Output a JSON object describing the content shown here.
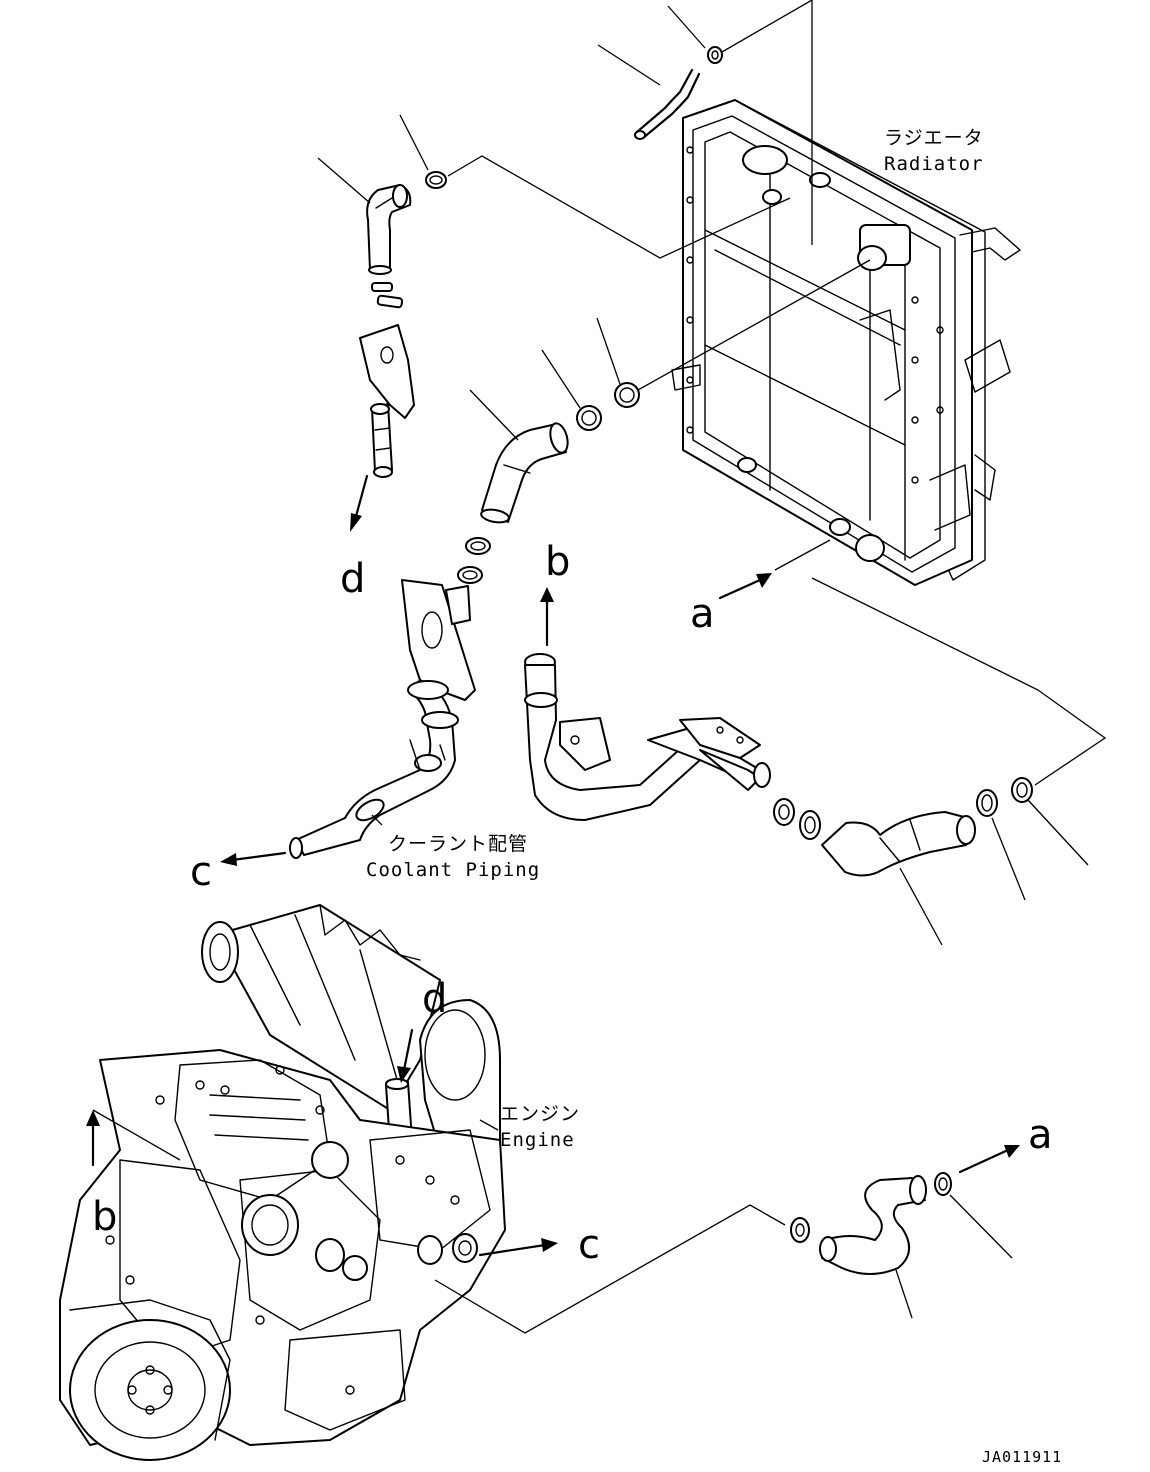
{
  "labels": {
    "radiator_jp": "ラジエータ",
    "radiator_en": "Radiator",
    "coolant_jp": "クーラント配管",
    "coolant_en": "Coolant Piping",
    "engine_jp": "エンジン",
    "engine_en": "Engine"
  },
  "letters": {
    "a": "a",
    "b": "b",
    "c": "c",
    "d": "d"
  },
  "drawing_code": "JA011911"
}
